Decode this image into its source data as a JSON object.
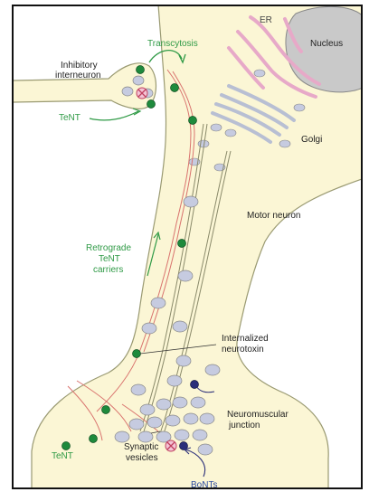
{
  "labels": {
    "er": "ER",
    "nucleus": "Nucleus",
    "transcytosis": "Transcytosis",
    "inhibitory_1": "Inhibitory",
    "inhibitory_2": "interneuron",
    "tent_top": "TeNT",
    "golgi": "Golgi",
    "motor_neuron": "Motor neuron",
    "retro_1": "Retrograde",
    "retro_2": "TeNT",
    "retro_3": "carriers",
    "internal_1": "Internalized",
    "internal_2": "neurotoxin",
    "nmj_1": "Neuromuscular",
    "nmj_2": "junction",
    "tent_bottom": "TeNT",
    "syn_1": "Synaptic",
    "syn_2": "vesicles",
    "bonts": "BoNTs"
  },
  "colors": {
    "cytoplasm": "#fbf6d5",
    "outline": "#9a9a72",
    "er": "#e7a9c8",
    "nucleus": "#c9c9c9",
    "golgi": "#b8bfd3",
    "vesicle": "#c6cbe0",
    "tent": "#1e8a3c",
    "bonts": "#2b2f7a",
    "actin": "#d9736e",
    "green_text": "#2f9a46",
    "blue_text": "#2b4aa0",
    "text": "#222222"
  }
}
